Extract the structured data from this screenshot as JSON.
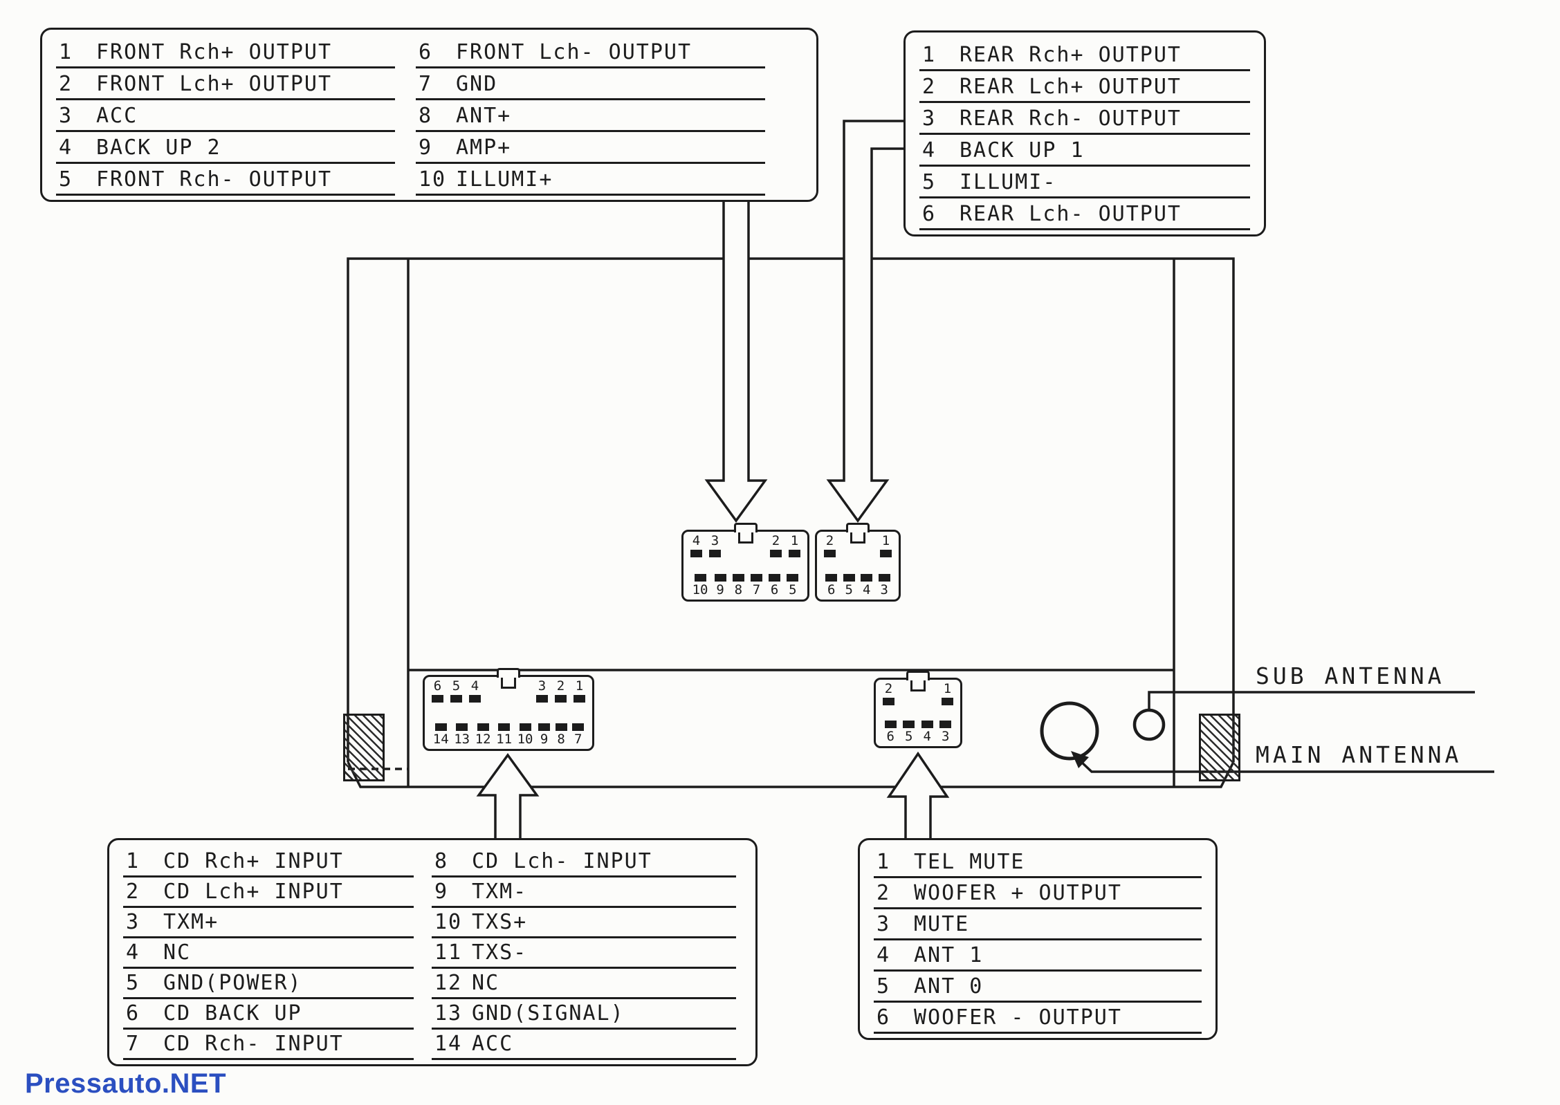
{
  "watermark": "Pressauto.NET",
  "colors": {
    "line": "#1c1c1c",
    "background": "#fcfcfa",
    "watermark_blue": "#2b4fc0"
  },
  "antenna_labels": {
    "sub": "SUB ANTENNA",
    "main": "MAIN ANTENNA"
  },
  "pin_tables": {
    "front": {
      "col1": [
        {
          "n": "1",
          "label": "FRONT Rch+ OUTPUT"
        },
        {
          "n": "2",
          "label": "FRONT Lch+ OUTPUT"
        },
        {
          "n": "3",
          "label": "ACC"
        },
        {
          "n": "4",
          "label": "BACK UP 2"
        },
        {
          "n": "5",
          "label": "FRONT Rch- OUTPUT"
        }
      ],
      "col2": [
        {
          "n": "6",
          "label": "FRONT Lch- OUTPUT"
        },
        {
          "n": "7",
          "label": "GND"
        },
        {
          "n": "8",
          "label": "ANT+"
        },
        {
          "n": "9",
          "label": "AMP+"
        },
        {
          "n": "10",
          "label": "ILLUMI+"
        }
      ]
    },
    "rear": {
      "col1": [
        {
          "n": "1",
          "label": "REAR Rch+ OUTPUT"
        },
        {
          "n": "2",
          "label": "REAR Lch+ OUTPUT"
        },
        {
          "n": "3",
          "label": "REAR Rch- OUTPUT"
        },
        {
          "n": "4",
          "label": "BACK UP 1"
        },
        {
          "n": "5",
          "label": "ILLUMI-"
        },
        {
          "n": "6",
          "label": "REAR Lch- OUTPUT"
        }
      ]
    },
    "cd": {
      "col1": [
        {
          "n": "1",
          "label": "CD Rch+ INPUT"
        },
        {
          "n": "2",
          "label": "CD Lch+ INPUT"
        },
        {
          "n": "3",
          "label": "TXM+"
        },
        {
          "n": "4",
          "label": "NC"
        },
        {
          "n": "5",
          "label": "GND(POWER)"
        },
        {
          "n": "6",
          "label": "CD BACK UP"
        },
        {
          "n": "7",
          "label": "CD Rch- INPUT"
        }
      ],
      "col2": [
        {
          "n": "8",
          "label": "CD Lch- INPUT"
        },
        {
          "n": "9",
          "label": "TXM-"
        },
        {
          "n": "10",
          "label": "TXS+"
        },
        {
          "n": "11",
          "label": "TXS-"
        },
        {
          "n": "12",
          "label": "NC"
        },
        {
          "n": "13",
          "label": "GND(SIGNAL)"
        },
        {
          "n": "14",
          "label": "ACC"
        }
      ]
    },
    "tel": {
      "col1": [
        {
          "n": "1",
          "label": "TEL MUTE"
        },
        {
          "n": "2",
          "label": "WOOFER + OUTPUT"
        },
        {
          "n": "3",
          "label": "MUTE"
        },
        {
          "n": "4",
          "label": "ANT 1"
        },
        {
          "n": "5",
          "label": "ANT 0"
        },
        {
          "n": "6",
          "label": "WOOFER - OUTPUT"
        }
      ]
    }
  },
  "connectors": {
    "mid10": {
      "top_left": [
        "4",
        "3"
      ],
      "top_right": [
        "2",
        "1"
      ],
      "bottom": [
        "10",
        "9",
        "8",
        "7",
        "6",
        "5"
      ]
    },
    "mid6": {
      "top_left": [
        "2"
      ],
      "top_right": [
        "1"
      ],
      "bottom": [
        "6",
        "5",
        "4",
        "3"
      ]
    },
    "cd14": {
      "top_left": [
        "6",
        "5",
        "4"
      ],
      "top_right": [
        "3",
        "2",
        "1"
      ],
      "bottom": [
        "14",
        "13",
        "12",
        "11",
        "10",
        "9",
        "8",
        "7"
      ]
    },
    "tel6": {
      "top_left": [
        "2"
      ],
      "top_right": [
        "1"
      ],
      "bottom": [
        "6",
        "5",
        "4",
        "3"
      ]
    }
  }
}
